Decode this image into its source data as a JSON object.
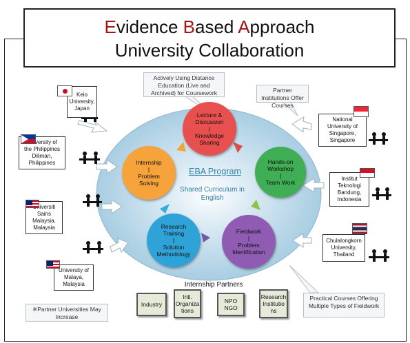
{
  "title": {
    "line1_parts": [
      "E",
      "vidence ",
      "B",
      "ased ",
      "A",
      "pproach"
    ],
    "line2": "University Collaboration",
    "accent_color": "#a31515"
  },
  "center": {
    "program": "EBA Program",
    "curriculum": "Shared Curriculum in English",
    "ellipse_color": "#a8cde2"
  },
  "nodes": [
    {
      "label": "Lecture &\nDiscussion\n|\nKnowledge\nSharing",
      "color": "#e8504f"
    },
    {
      "label": "Hands-on\nWorkshop\n|\nTeam Work",
      "color": "#3fae55"
    },
    {
      "label": "Fieldwork\n|\nProblem\nIdentification",
      "color": "#8f5bb3"
    },
    {
      "label": "Research\nTraining\n|\nSolution\nMethodology",
      "color": "#2fa3d7"
    },
    {
      "label": "Internship\n|\nProblem\nSolving",
      "color": "#f5a33a"
    }
  ],
  "callouts": {
    "distance": "Actively Using Distance Education (Live and Archived) for Coursework",
    "partner_courses": "Partner Institutions Offer Courses",
    "practical": "Practical Courses Offering Multiple Types of Fieldwork",
    "may_increase": "※Partner Universities May Increase"
  },
  "universities": [
    {
      "name": "Keio\nUniversity,\nJapan",
      "flag": "japan-flag-icon"
    },
    {
      "name": "University of\nthe Philippines\nDiliman,\nPhilippines",
      "flag": "philippines-flag-icon"
    },
    {
      "name": "Universiti\nSains\nMalaysia,\nMalaysia",
      "flag": "malaysia-flag-icon"
    },
    {
      "name": "University of\nMalaya,\nMalaysia",
      "flag": "malaysia-flag-icon"
    },
    {
      "name": "National\nUniversity of\nSingapore,\nSingapore",
      "flag": "singapore-flag-icon"
    },
    {
      "name": "Institut\nTeknologi\nBandung,\nIndonesia",
      "flag": "indonesia-flag-icon"
    },
    {
      "name": "Chulalongkorn\nUniversity,\nThailand",
      "flag": "thailand-flag-icon"
    }
  ],
  "internship": {
    "heading": "Internship Partners",
    "partners": [
      "Industry",
      "Intl.\nOrganiza\ntions",
      "NPO\nNGO",
      "Research\nInstitutio\nns"
    ]
  }
}
